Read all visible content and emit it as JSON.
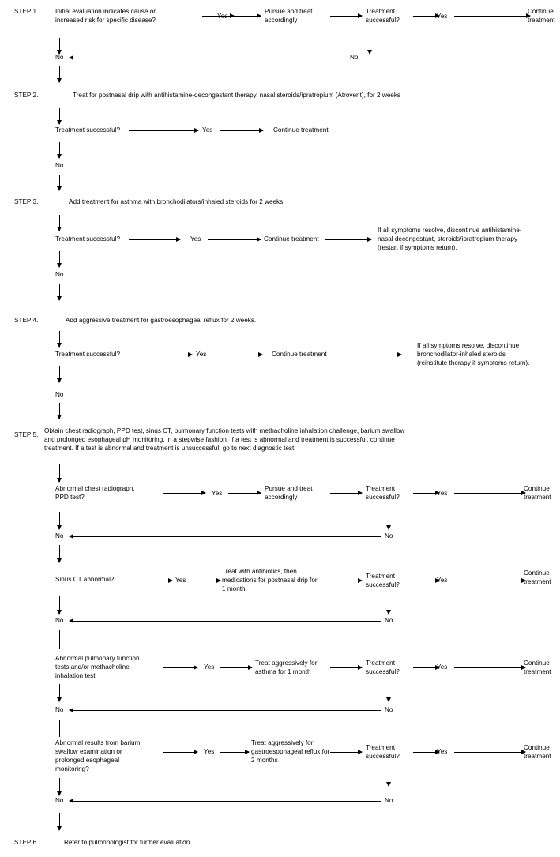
{
  "document": {
    "title": "Chronic Cough Stepwise Evaluation Algorithm",
    "background_color": "#ffffff",
    "ink_color": "#000000"
  },
  "labels": {
    "yes": "Yes",
    "no": "No",
    "treatment_successful": "Treatment\nsuccessful?",
    "continue_treatment": "Continue\ntreatment",
    "continue_treatment_inline": "Continue treatment",
    "treatment_successful_inline": "Treatment successful?",
    "pursue_and_treat": "Pursue and treat\naccordingly"
  },
  "steps": [
    {
      "id": "step-1",
      "label": "STEP 1.",
      "question": "Initial evaluation indicates cause or\nincreased risk for specific disease?",
      "yes": "Yes",
      "action": "Pursue and treat\naccordingly",
      "check": "Treatment\nsuccessful?",
      "check_yes": "Yes",
      "outcome": "Continue\ntreatment",
      "no_left": "No",
      "no_right": "No"
    },
    {
      "id": "step-2",
      "label": "STEP 2.",
      "instruction": "Treat for postnasal drip with antihistamine-decongestant therapy, nasal steroids/ipratropium (Atrovent), for 2 weeks",
      "check": "Treatment successful?",
      "yes": "Yes",
      "outcome": "Continue treatment",
      "no": "No"
    },
    {
      "id": "step-3",
      "label": "STEP 3.",
      "instruction": "Add treatment for asthma with bronchodilators/inhaled steroids for 2 weeks",
      "check": "Treatment successful?",
      "yes": "Yes",
      "outcome": "Continue treatment",
      "note": "If all symptoms resolve, discontinue antihistamine-\nnasal decongestant, steroids/ipratropium therapy\n(restart if symptoms return).",
      "no": "No"
    },
    {
      "id": "step-4",
      "label": "STEP 4.",
      "instruction": "Add aggressive treatment for gastroesophageal reflux for 2 weeks.",
      "check": "Treatment successful?",
      "yes": "Yes",
      "outcome": "Continue treatment",
      "note": "If all symptoms resolve, discontinue\nbronchodilator-inhaled steroids\n(reinstitute therapy if symptoms return).",
      "no": "No"
    },
    {
      "id": "step-5",
      "label": "STEP 5.",
      "instruction": "Obtain chest radiograph, PPD test, sinus CT, pulmonary function tests with methacholine inhalation challenge, barium swallow\nand prolonged esophageal pH monitoring, in a stepwise fashion. If a test is abnormal and treatment is successful, continue\ntreatment.  If a test is abnormal and treatment is unsuccessful, go to next diagnostic test.",
      "substeps": [
        {
          "id": "substep-chest-radiograph",
          "question": "Abnormal chest radiograph,\nPPD test?",
          "yes": "Yes",
          "action": "Pursue and treat\naccordingly",
          "check": "Treatment\nsuccessful?",
          "check_yes": "Yes",
          "outcome": "Continue\ntreatment",
          "no_left": "No",
          "no_right": "No"
        },
        {
          "id": "substep-sinus-ct",
          "question": "Sinus CT abnormal?",
          "yes": "Yes",
          "action": "Treat with antibiotics, then\nmedications for postnasal drip for\n1 month",
          "check": "Treatment\nsuccessful?",
          "check_yes": "Yes",
          "outcome": "Continue\ntreatment",
          "no_left": "No",
          "no_right": "No"
        },
        {
          "id": "substep-pulmonary-function",
          "question": "Abnormal pulmonary function\ntests and/or methacholine\ninhalation test",
          "yes": "Yes",
          "action": "Treat aggressively for\nasthma for 1 month",
          "check": "Treatment\nsuccessful?",
          "check_yes": "Yes",
          "outcome": "Continue\ntreatment",
          "no_left": "No",
          "no_right": "No"
        },
        {
          "id": "substep-barium-swallow",
          "question": "Abnormal results from barium\nswallow examination or\nprolonged esophageal\nmonitoring?",
          "yes": "Yes",
          "action": "Treat aggressively for\ngastroesophageal reflux for\n2 months",
          "check": "Treatment\nsuccessful?",
          "check_yes": "Yes",
          "outcome": "Continue\ntreatment",
          "no_left": "No",
          "no_right": "No"
        }
      ]
    },
    {
      "id": "step-6",
      "label": "STEP 6.",
      "instruction": "Refer to pulmonologist for further evaluation."
    }
  ]
}
